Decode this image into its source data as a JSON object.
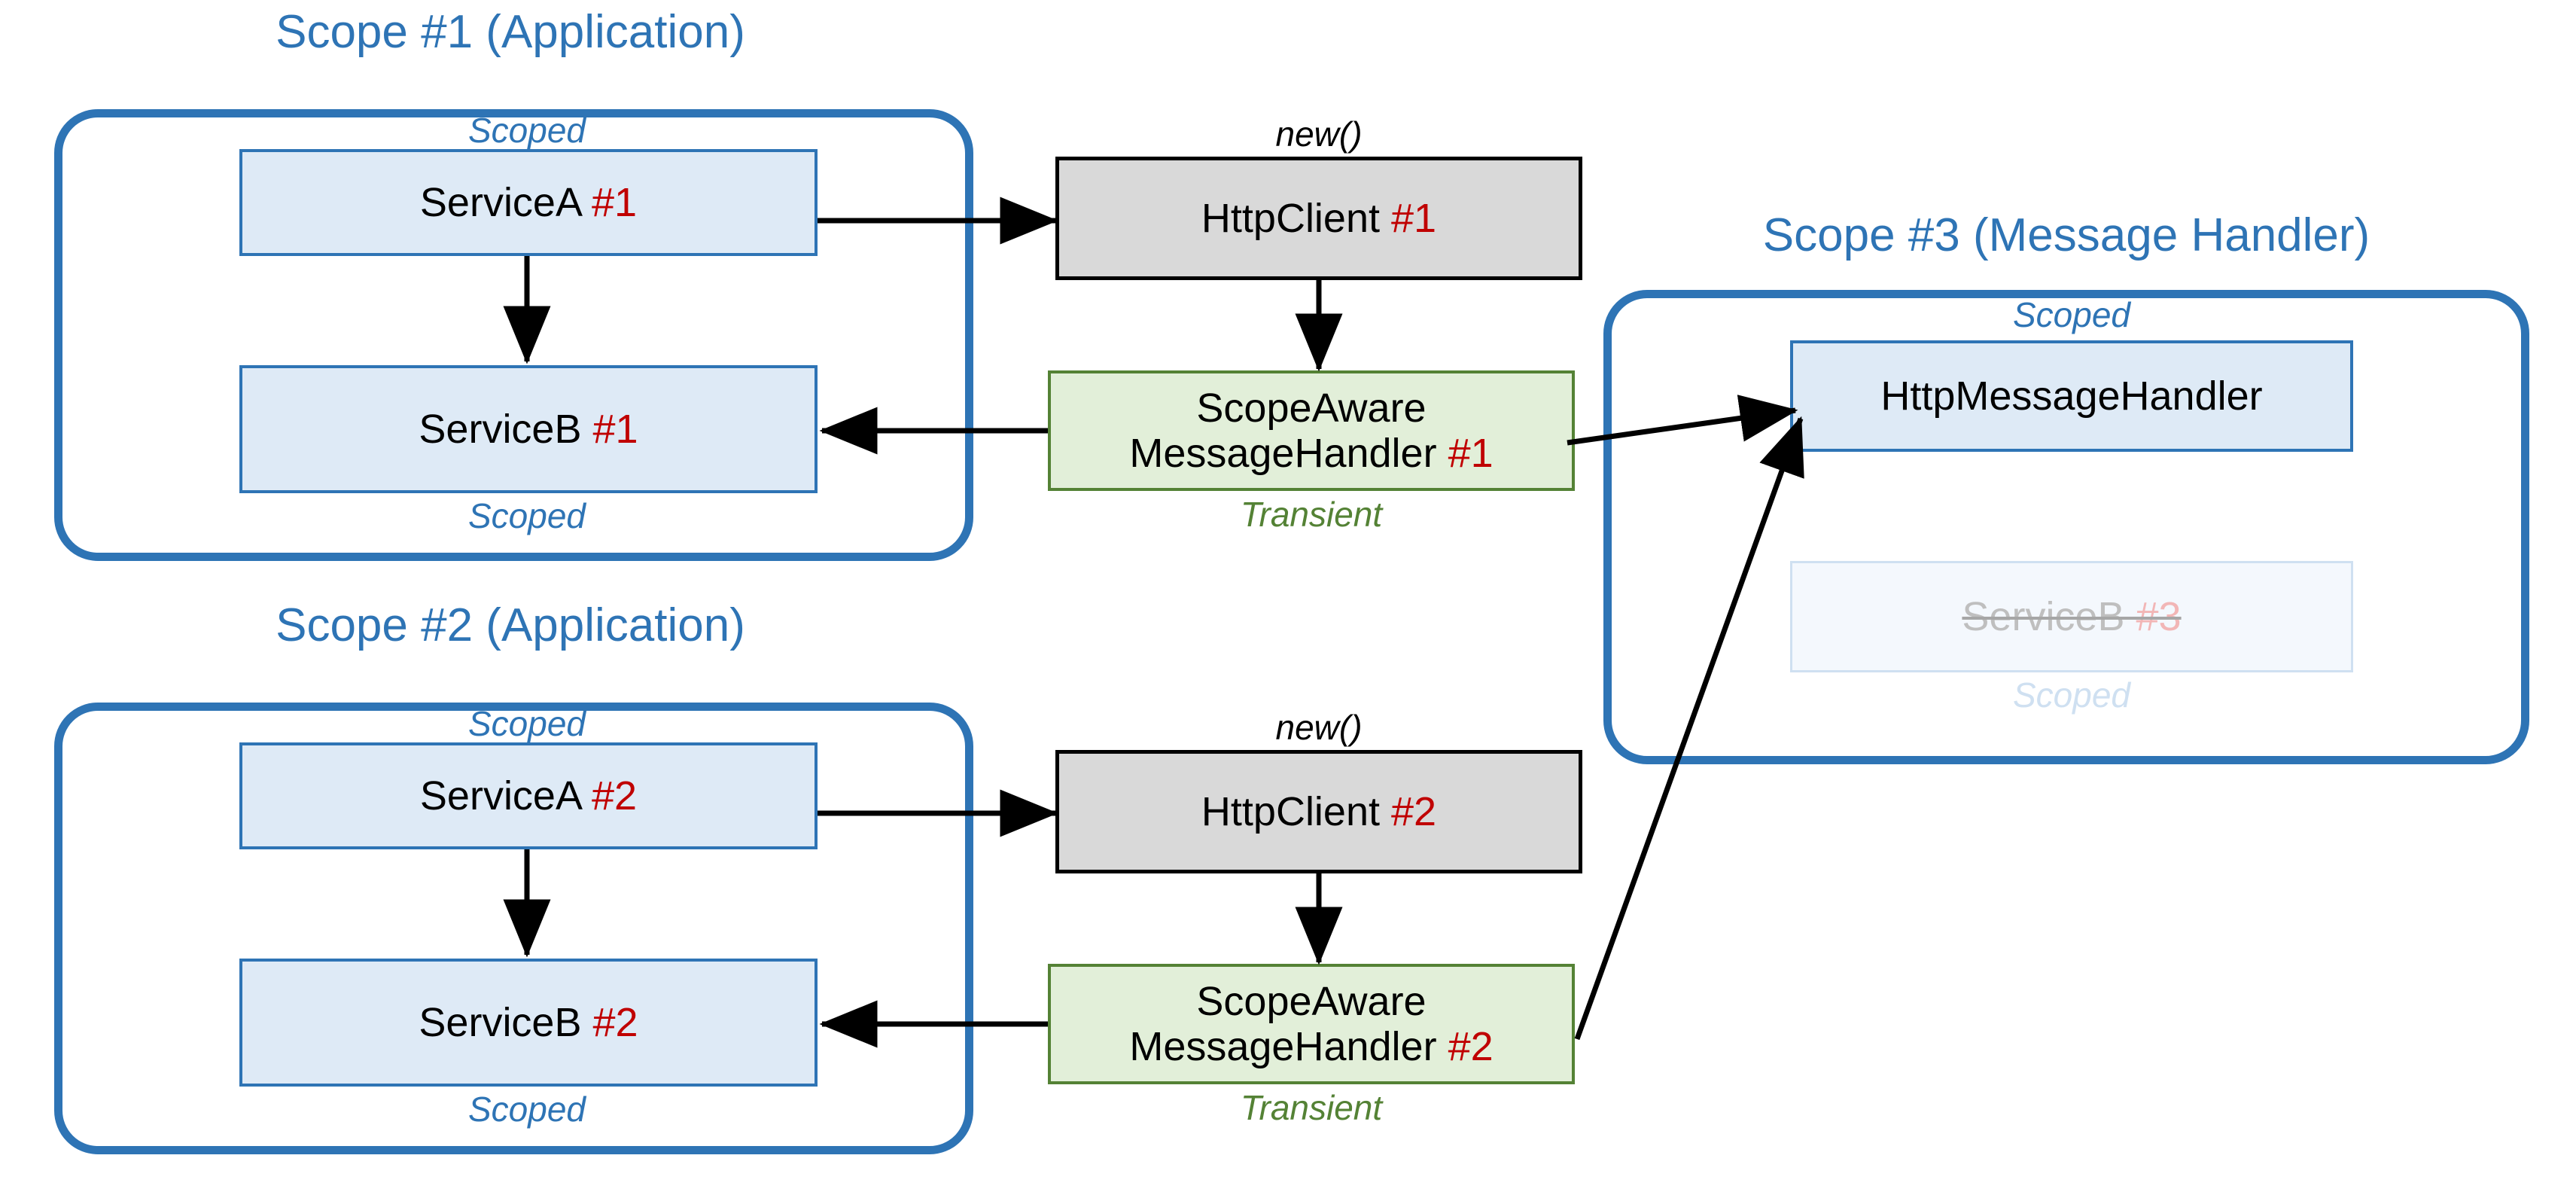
{
  "diagram": {
    "title": "HttpClient scope / message handler lifetime diagram",
    "colors": {
      "scope_border": "#2e74b5",
      "scope_title": "#2e74b5",
      "node_blue_fill": "#deeaf6",
      "node_blue_border": "#2e74b5",
      "node_gray_fill": "#d9d9d9",
      "node_gray_border": "#000000",
      "node_green_fill": "#e2efd9",
      "node_green_border": "#548235",
      "index_red": "#c00000",
      "transient_green": "#548235",
      "ghost_gray": "#bfbfbf",
      "arrow_black": "#000000",
      "background": "#ffffff"
    },
    "scopes": [
      {
        "id": "scope1",
        "title": "Scope #1 (Application)"
      },
      {
        "id": "scope2",
        "title": "Scope #2 (Application)"
      },
      {
        "id": "scope3",
        "title": "Scope #3 (Message Handler)"
      }
    ],
    "nodes": {
      "service_a_1": {
        "name": "ServiceA ",
        "index": "#1"
      },
      "service_b_1": {
        "name": "ServiceB ",
        "index": "#1"
      },
      "http_client_1": {
        "name": "HttpClient ",
        "index": "#1"
      },
      "handler_1_line1": "ScopeAware",
      "handler_1_line2": "MessageHandler ",
      "handler_1_index": "#1",
      "service_a_2": {
        "name": "ServiceA ",
        "index": "#2"
      },
      "service_b_2": {
        "name": "ServiceB ",
        "index": "#2"
      },
      "http_client_2": {
        "name": "HttpClient ",
        "index": "#2"
      },
      "handler_2_line1": "ScopeAware",
      "handler_2_line2": "MessageHandler ",
      "handler_2_index": "#2",
      "http_message_handler": {
        "name": "HttpMessageHandler",
        "index": ""
      },
      "service_b_3": {
        "name": "ServiceB ",
        "index": "#3"
      }
    },
    "lifetimes": {
      "scoped": "Scoped",
      "transient": "Transient",
      "new_call": "new()"
    }
  }
}
